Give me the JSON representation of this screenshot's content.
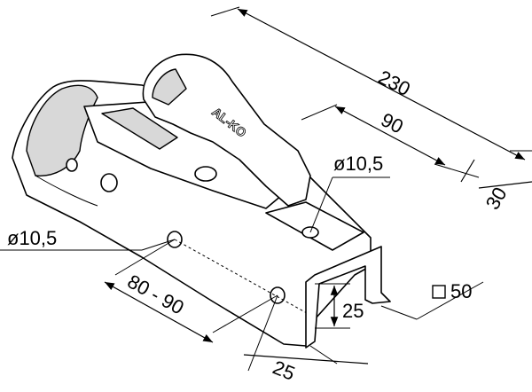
{
  "drawing": {
    "brand_label": "AL-KO",
    "dimensions": {
      "overall_length": "230",
      "hole_spacing_rear": "90",
      "hole_offset_side": "30",
      "hole_diameter_top": "ø10,5",
      "hole_diameter_side": "ø10,5",
      "side_hole_spacing": "80 - 90",
      "hole_height": "25",
      "hole_to_end": "25",
      "drawbar_square": "50"
    }
  }
}
